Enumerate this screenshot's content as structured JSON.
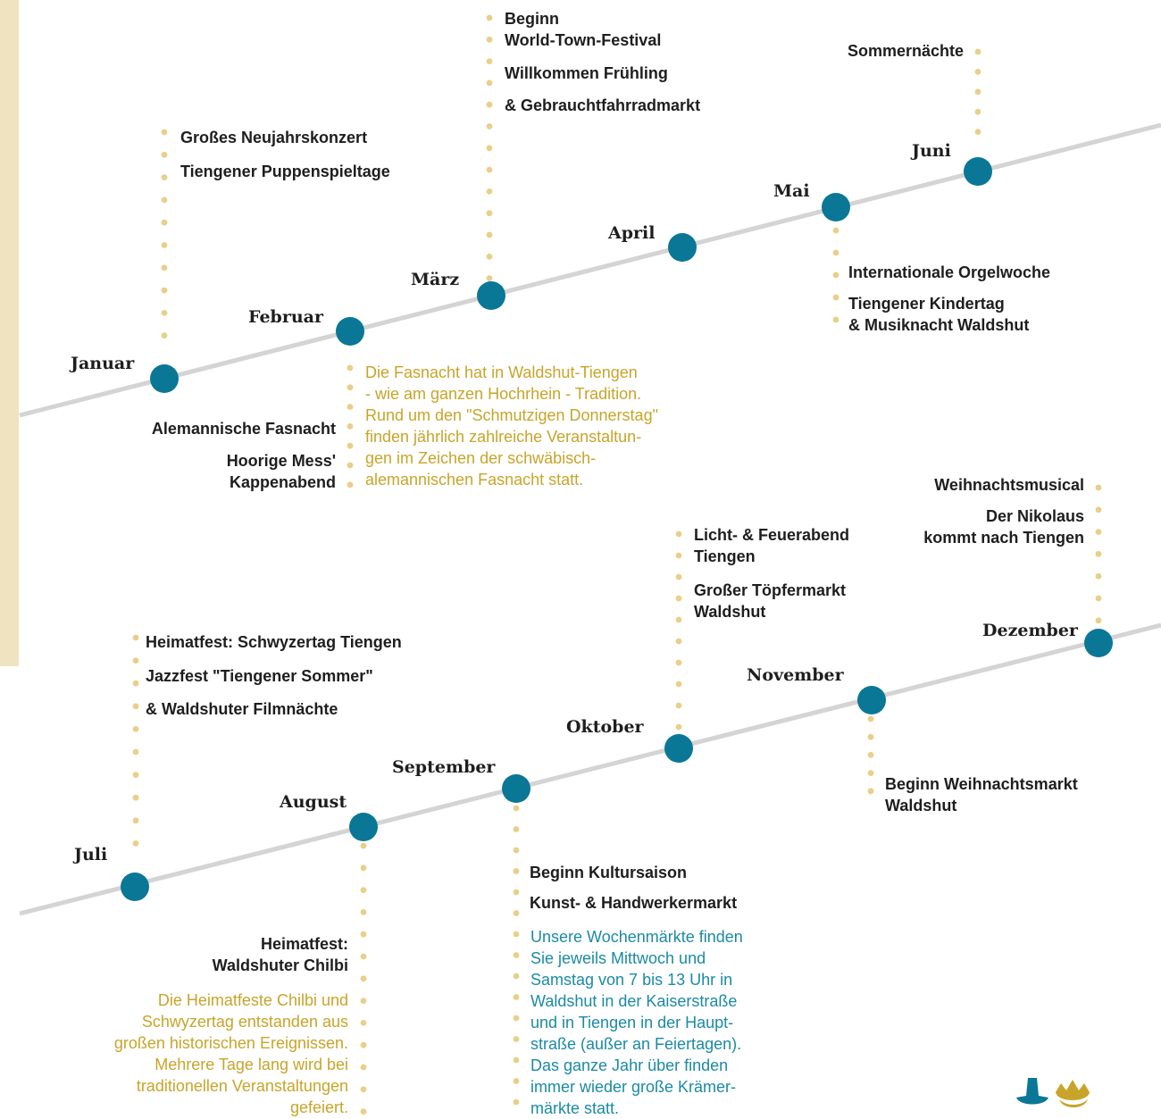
{
  "colors": {
    "node": "#0a7796",
    "dots": "#e8cf8a",
    "line": "#d4d4d4",
    "sidebar": "#f0e3c0",
    "gold": "#c8a42a",
    "teal": "#1b8aa6",
    "text": "#1e1e1e"
  },
  "months": {
    "jan": "Januar",
    "feb": "Februar",
    "mar": "März",
    "apr": "April",
    "mai": "Mai",
    "jun": "Juni",
    "jul": "Juli",
    "aug": "August",
    "sep": "September",
    "okt": "Oktober",
    "nov": "November",
    "dez": "Dezember"
  },
  "events": {
    "jan_1": "Großes Neujahrskonzert",
    "jan_2": "Tiengener Puppenspieltage",
    "mar_1a": "Beginn",
    "mar_1b": "World-Town-Festival",
    "mar_2": "Willkommen Frühling",
    "mar_3": "& Gebrauchtfahrradmarkt",
    "jun_1": "Sommernächte",
    "mai_1": "Internationale Orgelwoche",
    "mai_2a": "Tiengener Kindertag",
    "mai_2b": "& Musiknacht Waldshut",
    "feb_1": "Alemannische Fasnacht",
    "feb_2a": "Hoorige Mess'",
    "feb_2b": "Kappenabend",
    "feb_para": [
      "Die Fasnacht hat in Waldshut-Tiengen",
      "- wie am ganzen Hochrhein - Tradition.",
      "Rund um den \"Schmutzigen Donnerstag\"",
      "finden jährlich zahlreiche Veranstaltun-",
      "gen im Zeichen der schwäbisch-",
      "alemannischen Fasnacht statt."
    ],
    "jul_1": "Heimatfest: Schwyzertag Tiengen",
    "jul_2": "Jazzfest \"Tiengener Sommer\"",
    "jul_3": "& Waldshuter Filmnächte",
    "aug_1a": "Heimatfest:",
    "aug_1b": "Waldshuter Chilbi",
    "aug_para": [
      "Die Heimatfeste Chilbi und",
      "Schwyzertag entstanden aus",
      "großen historischen Ereignissen.",
      "Mehrere Tage lang wird bei",
      "traditionellen Veranstaltungen",
      "gefeiert."
    ],
    "sep_1": "Beginn Kultursaison",
    "sep_2": "Kunst- & Handwerkermarkt",
    "sep_para": [
      "Unsere Wochenmärkte finden",
      "Sie jeweils Mittwoch und",
      "Samstag von 7 bis 13 Uhr in",
      "Waldshut in der Kaiserstraße",
      "und in Tiengen in der Haupt-",
      "straße (außer an Feiertagen).",
      "Das ganze Jahr über finden",
      "immer wieder große Krämer-",
      "märkte statt."
    ],
    "okt_1a": "Licht- & Feuerabend",
    "okt_1b": "Tiengen",
    "okt_2a": "Großer Töpfermarkt",
    "okt_2b": "Waldshut",
    "nov_1a": "Beginn Weihnachtsmarkt",
    "nov_1b": "Waldshut",
    "dez_1": "Weihnachtsmusical",
    "dez_2a": "Der Nikolaus",
    "dez_2b": "kommt nach Tiengen"
  }
}
